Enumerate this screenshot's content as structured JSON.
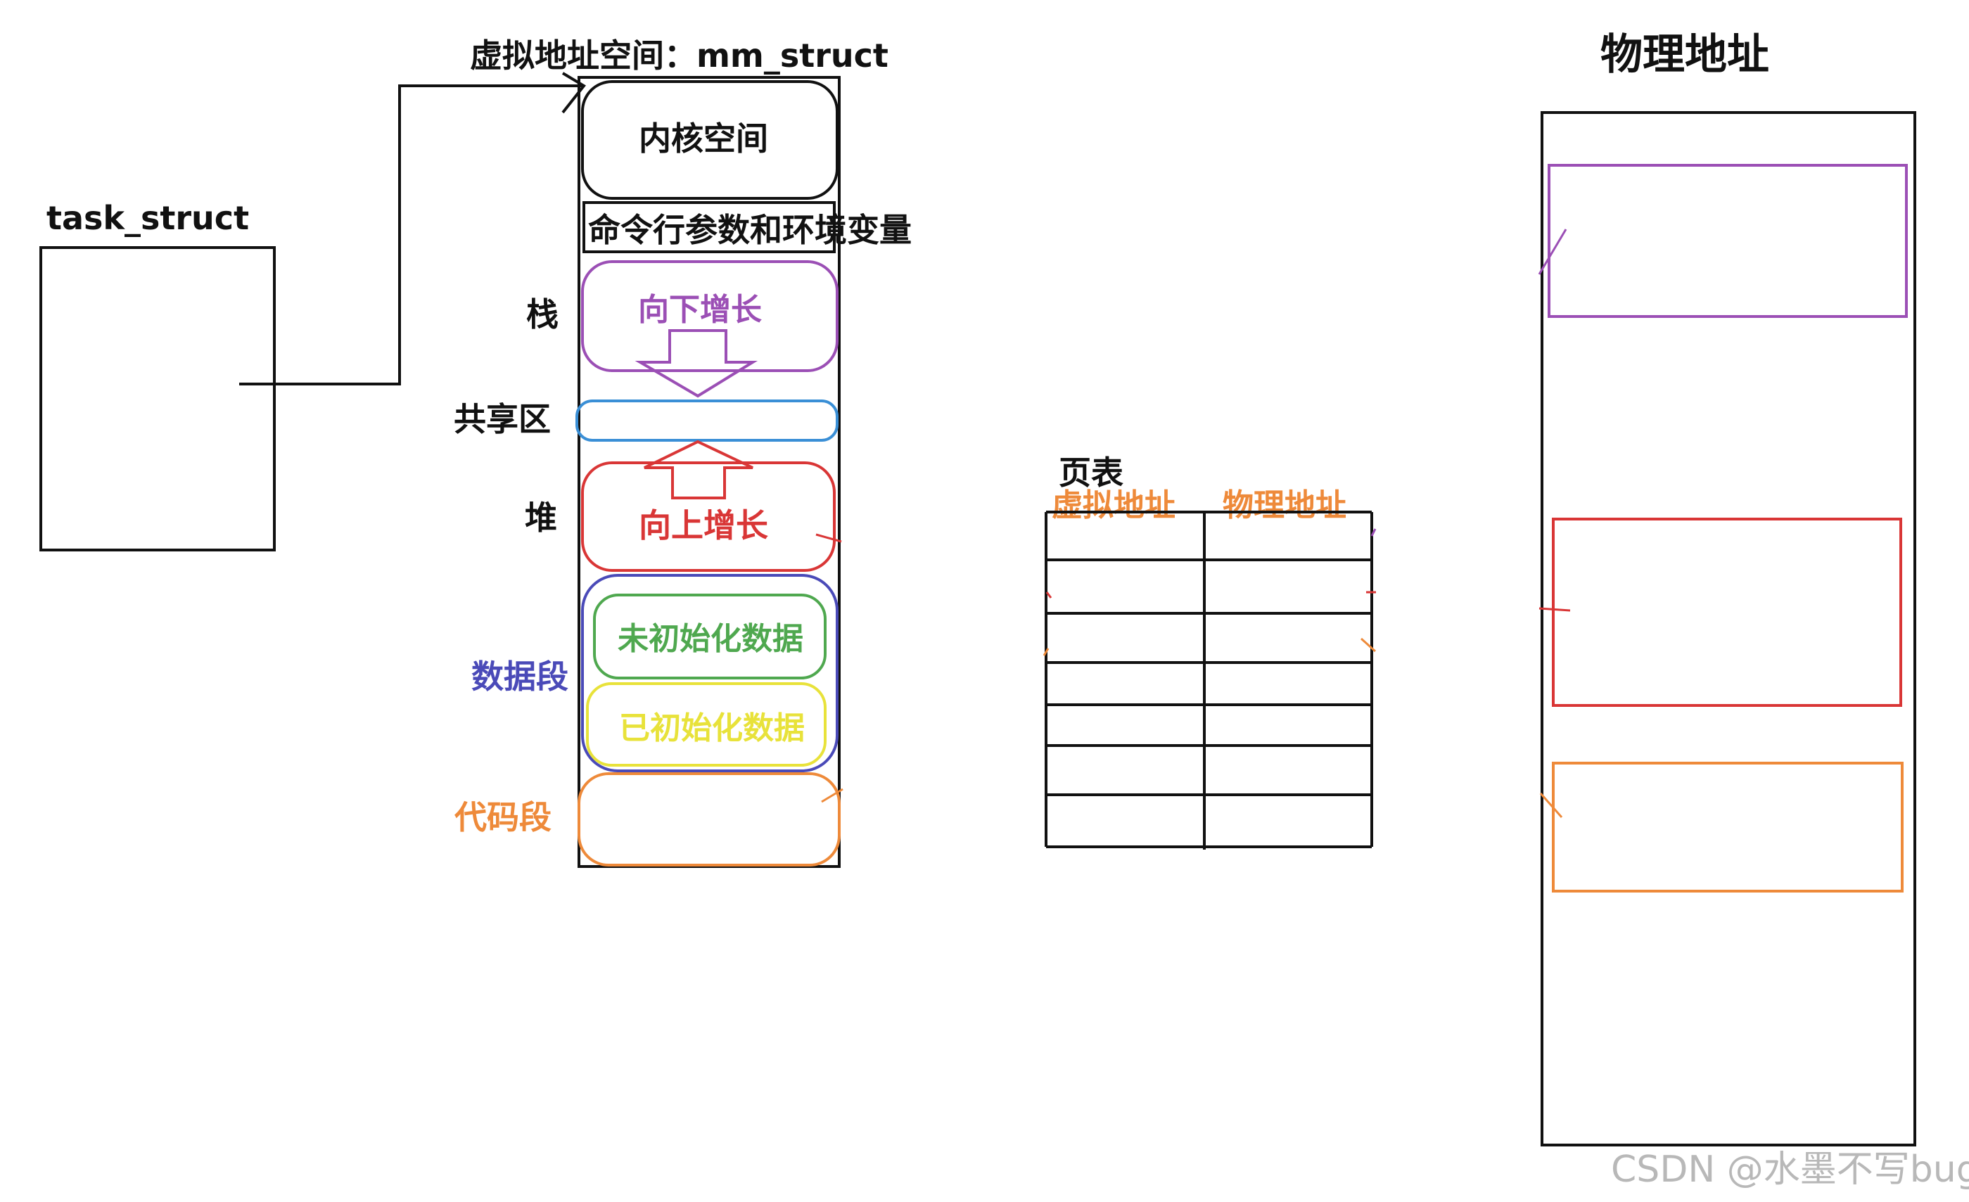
{
  "task": {
    "title": "task_struct"
  },
  "vm": {
    "title": "虚拟地址空间：mm_struct",
    "kernel": "内核空间",
    "cmdline": "命令行参数和环境变量",
    "stack_label": "栈",
    "stack_growth": "向下增长",
    "shared_label": "共享区",
    "heap_label": "堆",
    "heap_growth": "向上增长",
    "data_label": "数据段",
    "bss": "未初始化数据",
    "init_data": "已初始化数据",
    "code_label": "代码段"
  },
  "page_table": {
    "title": "页表",
    "col_virtual": "虚拟地址",
    "col_physical": "物理地址"
  },
  "physical": {
    "title": "物理地址"
  },
  "watermark": "CSDN @水墨不写bug",
  "colors": {
    "black": "#111111",
    "stack": "#9b4fb5",
    "shared": "#3a8fd6",
    "heap": "#d93636",
    "data_segment": "#4a4ab8",
    "bss": "#4fa84f",
    "init_data": "#e8e23a",
    "code": "#ee8a3a",
    "watermark": "#b8b8b8"
  }
}
